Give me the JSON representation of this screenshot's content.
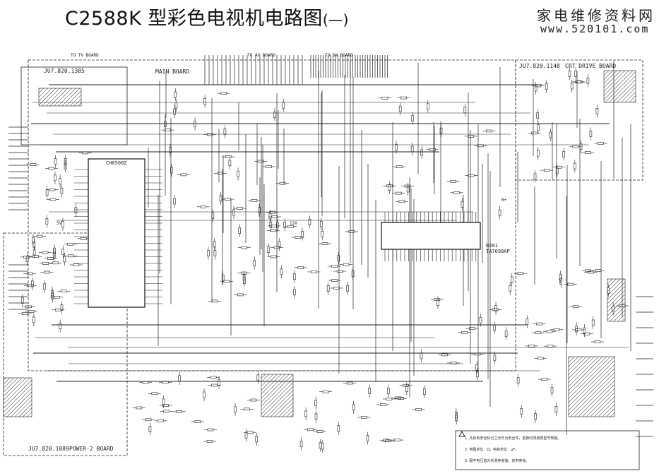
{
  "title": {
    "main": "C2588K 型彩色电视机电路图",
    "suffix": "(—)"
  },
  "brand": {
    "name": "家电维修资料网",
    "url": "www.520101.com"
  },
  "boards": {
    "left_top": "JU7.820.1385",
    "main_board": "MAIN BOARD",
    "crt_id": "JU7.820.1148",
    "crt_drive": "CRT DRIVE BOARD",
    "power_id": "JU7.820.1089",
    "power_board": "POWER-2 BOARD"
  },
  "ic_labels": {
    "cpu": "CH05002",
    "main_ic": "TA7698AP",
    "main_ic_ref": "N201"
  },
  "nets": {
    "to_tv": "TO TV BOARD",
    "to_av": "TO AV BOARD",
    "to_sw": "TO SW BOARD",
    "v12": "12V",
    "b_plus": "B+",
    "v5": "5V"
  },
  "notes": [
    "1. 凡标有安全标记之元件为安全件，更换时须用原型号规格。",
    "2. 电阻单位：Ω，电容单位：μF。",
    "3. 图中电压值为实测参考值，仅供参考。"
  ]
}
